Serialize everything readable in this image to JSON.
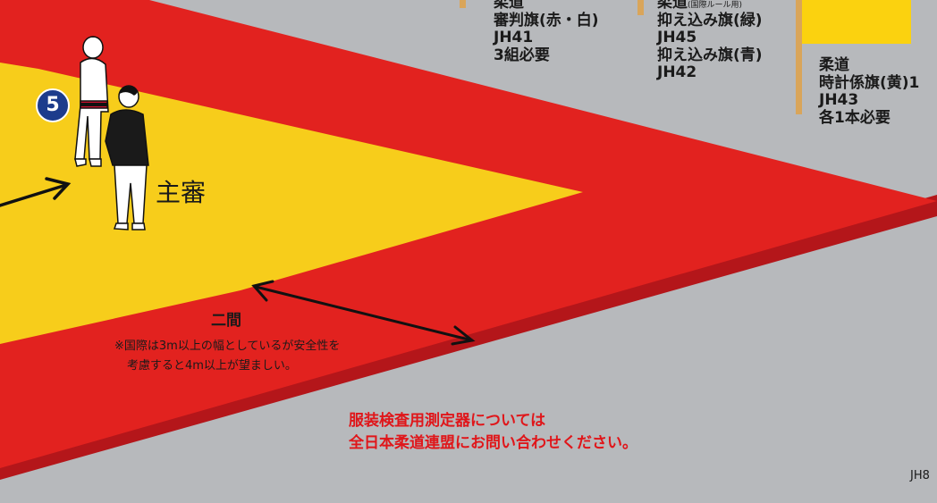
{
  "scene": {
    "colors": {
      "background": "#b7b9bc",
      "outer_mat": "#e2221f",
      "inner_mat": "#f7cd1b",
      "flag_yellow": "#fbd20f",
      "inspection_text": "#e0161a",
      "badge": "#1d3c8c"
    }
  },
  "flags": {
    "referee_flags": {
      "line1": "柔道",
      "line2": "審判旗(赤・白)",
      "code": "JH41",
      "quantity": "3組必要"
    },
    "osaekomi_flags": {
      "line1": "柔道",
      "line1_note": "(国際ルール用)",
      "line2": "抑え込み旗(緑)",
      "code1": "JH45",
      "line3": "抑え込み旗(青)",
      "code2": "JH42"
    },
    "timekeeper_flag": {
      "line1": "柔道",
      "line2": "時計係旗(黄)1",
      "code": "JH43",
      "quantity": "各1本必要"
    }
  },
  "figures": {
    "badge_number": "5",
    "referee_label": "主審"
  },
  "distance": {
    "title": "二間",
    "note_line1": "※国際は3m以上の幅としているが安全性を",
    "note_line2": "考慮すると4m以上が望ましい。"
  },
  "inspection_note": {
    "line1": "服装検査用測定器については",
    "line2": "全日本柔道連盟にお問い合わせください。"
  },
  "catalog_code": "JH8"
}
